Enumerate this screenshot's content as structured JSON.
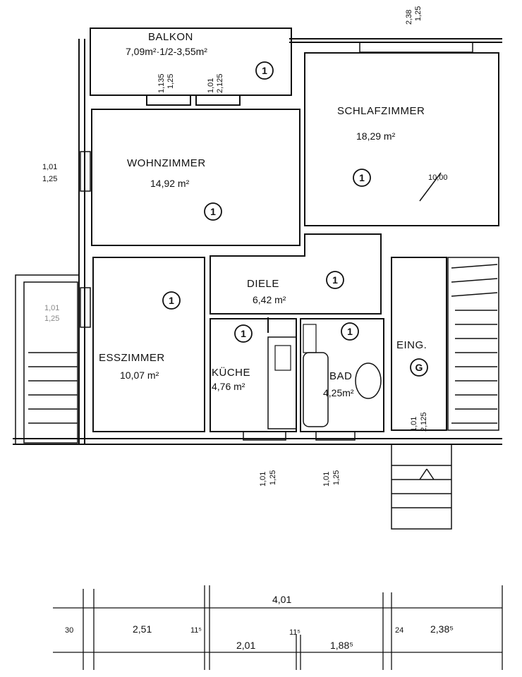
{
  "rooms": {
    "balkon": {
      "name": "BALKON",
      "area": "7,09m²·1/2-3,55m²",
      "category": "1"
    },
    "schlafzimmer": {
      "name": "SCHLAFZIMMER",
      "area": "18,29 m²",
      "category": "1",
      "note": "10,00"
    },
    "wohnzimmer": {
      "name": "WOHNZIMMER",
      "area": "14,92 m²",
      "category": "1"
    },
    "diele": {
      "name": "DIELE",
      "area": "6,42 m²",
      "category": "1"
    },
    "esszimmer": {
      "name": "ESSZIMMER",
      "area": "10,07 m²",
      "category": "1"
    },
    "kueche": {
      "name": "KÜCHE",
      "area": "4,76 m²",
      "category": "1"
    },
    "bad": {
      "name": "BAD",
      "area": "4,25m²",
      "category": "1"
    },
    "eingang": {
      "name": "EING.",
      "category": "G"
    }
  },
  "window_dims": {
    "balkon_left": [
      "1,135",
      "1,25"
    ],
    "balkon_right": [
      "1,01",
      "2,125"
    ],
    "top_right": [
      "2,38",
      "1,25"
    ],
    "left_wohn": [
      "1,01",
      "1,25"
    ],
    "left_ess": [
      "1,01",
      "1,25"
    ],
    "bottom_kueche": [
      "1,01",
      "1,25"
    ],
    "bottom_bad": [
      "1,01",
      "1,25"
    ],
    "eingang": [
      "1,01",
      "2,125"
    ]
  },
  "dimensions": {
    "total_top": "4,01",
    "seg_30": "30",
    "seg_251": "2,51",
    "seg_115a": "11⁵",
    "seg_201": "2,01",
    "seg_115b": "11⁵",
    "seg_188": "1,88⁵",
    "seg_24": "24",
    "seg_238": "2,38⁵"
  }
}
